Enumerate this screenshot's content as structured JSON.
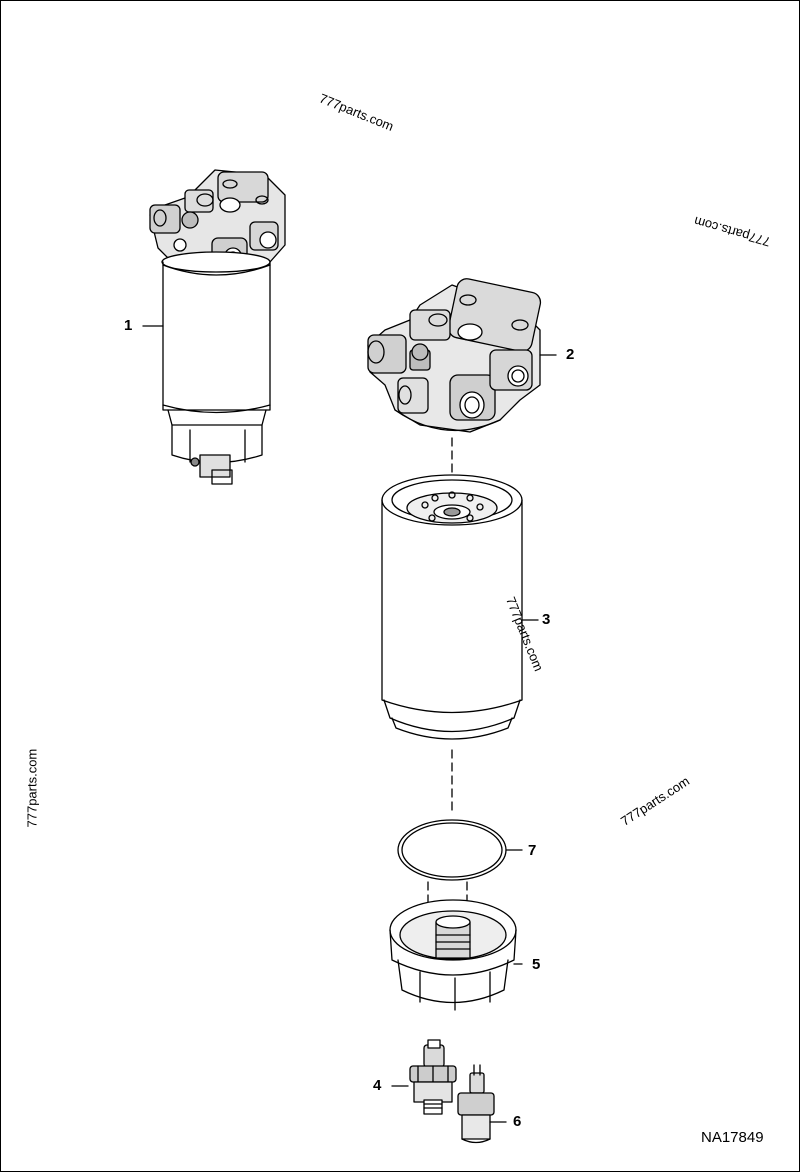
{
  "figure_id": "NA17849",
  "watermark": "777parts.com",
  "callouts": [
    {
      "id": "callout-1",
      "label": "1"
    },
    {
      "id": "callout-2",
      "label": "2"
    },
    {
      "id": "callout-3",
      "label": "3"
    },
    {
      "id": "callout-4",
      "label": "4"
    },
    {
      "id": "callout-5",
      "label": "5"
    },
    {
      "id": "callout-6",
      "label": "6"
    },
    {
      "id": "callout-7",
      "label": "7"
    }
  ],
  "colors": {
    "line": "#000000",
    "background": "#ffffff",
    "shade": "#dcdcdc"
  }
}
